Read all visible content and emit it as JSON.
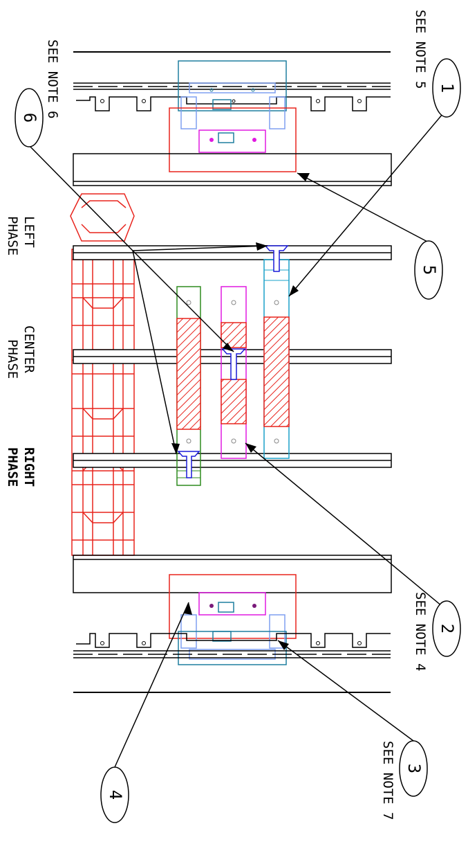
{
  "labels": {
    "see_note_5": "SEE NOTE 5",
    "see_note_6": "SEE NOTE 6",
    "see_note_4": "SEE NOTE 4",
    "see_note_7": "SEE NOTE 7",
    "left_phase_1": "LEFT",
    "left_phase_2": "PHASE",
    "center_phase_1": "CENTER",
    "center_phase_2": "PHASE",
    "right_phase_1": "RIGHT",
    "right_phase_2": "PHASE"
  },
  "balloons": {
    "b1": "1",
    "b2": "2",
    "b3": "3",
    "b4": "4",
    "b5": "5",
    "b6": "6"
  },
  "colors": {
    "red": "#e8231c",
    "magenta": "#e018e0",
    "cyan": "#1aa0c8",
    "green": "#2e8b1e",
    "blue": "#1a1ad8",
    "lightblue": "#7f9ff0",
    "teal": "#1e7f9f",
    "black": "#000000"
  }
}
